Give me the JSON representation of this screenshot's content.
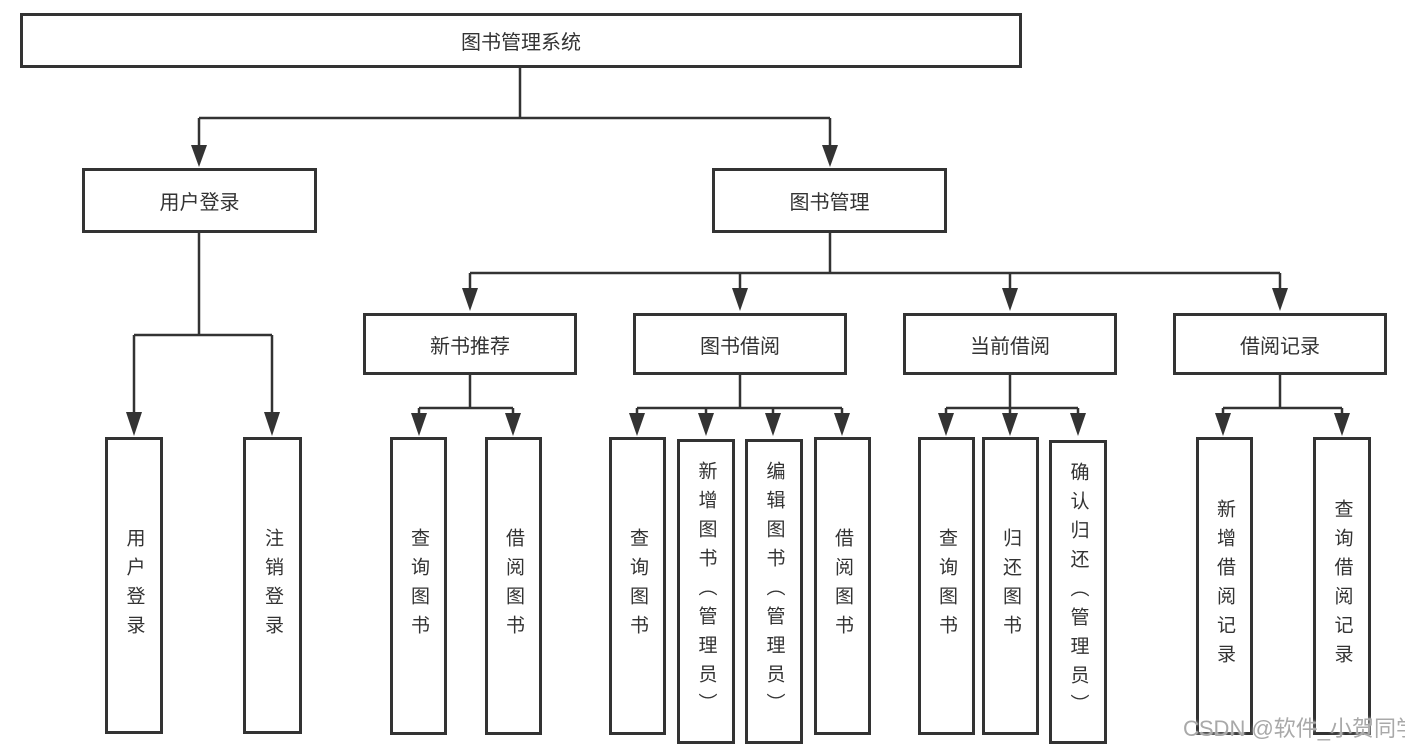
{
  "nodes": {
    "root": "图书管理系统",
    "login": "用户登录",
    "manage": "图书管理",
    "login_children": [
      "用户登录",
      "注销登录"
    ],
    "groups": [
      {
        "label": "新书推荐",
        "children": [
          "查询图书",
          "借阅图书"
        ]
      },
      {
        "label": "图书借阅",
        "children": [
          "查询图书",
          "新增图书（管理员）",
          "编辑图书（管理员）",
          "借阅图书"
        ]
      },
      {
        "label": "当前借阅",
        "children": [
          "查询图书",
          "归还图书",
          "确认归还（管理员）"
        ]
      },
      {
        "label": "借阅记录",
        "children": [
          "新增借阅记录",
          "查询借阅记录"
        ]
      }
    ]
  },
  "watermark": "CSDN @软件_小贺同学",
  "colors": {
    "line": "#333333",
    "text": "#333333",
    "box_bg": "#ffffff",
    "watermark": "#a9a9a9",
    "background": "#ffffff"
  }
}
